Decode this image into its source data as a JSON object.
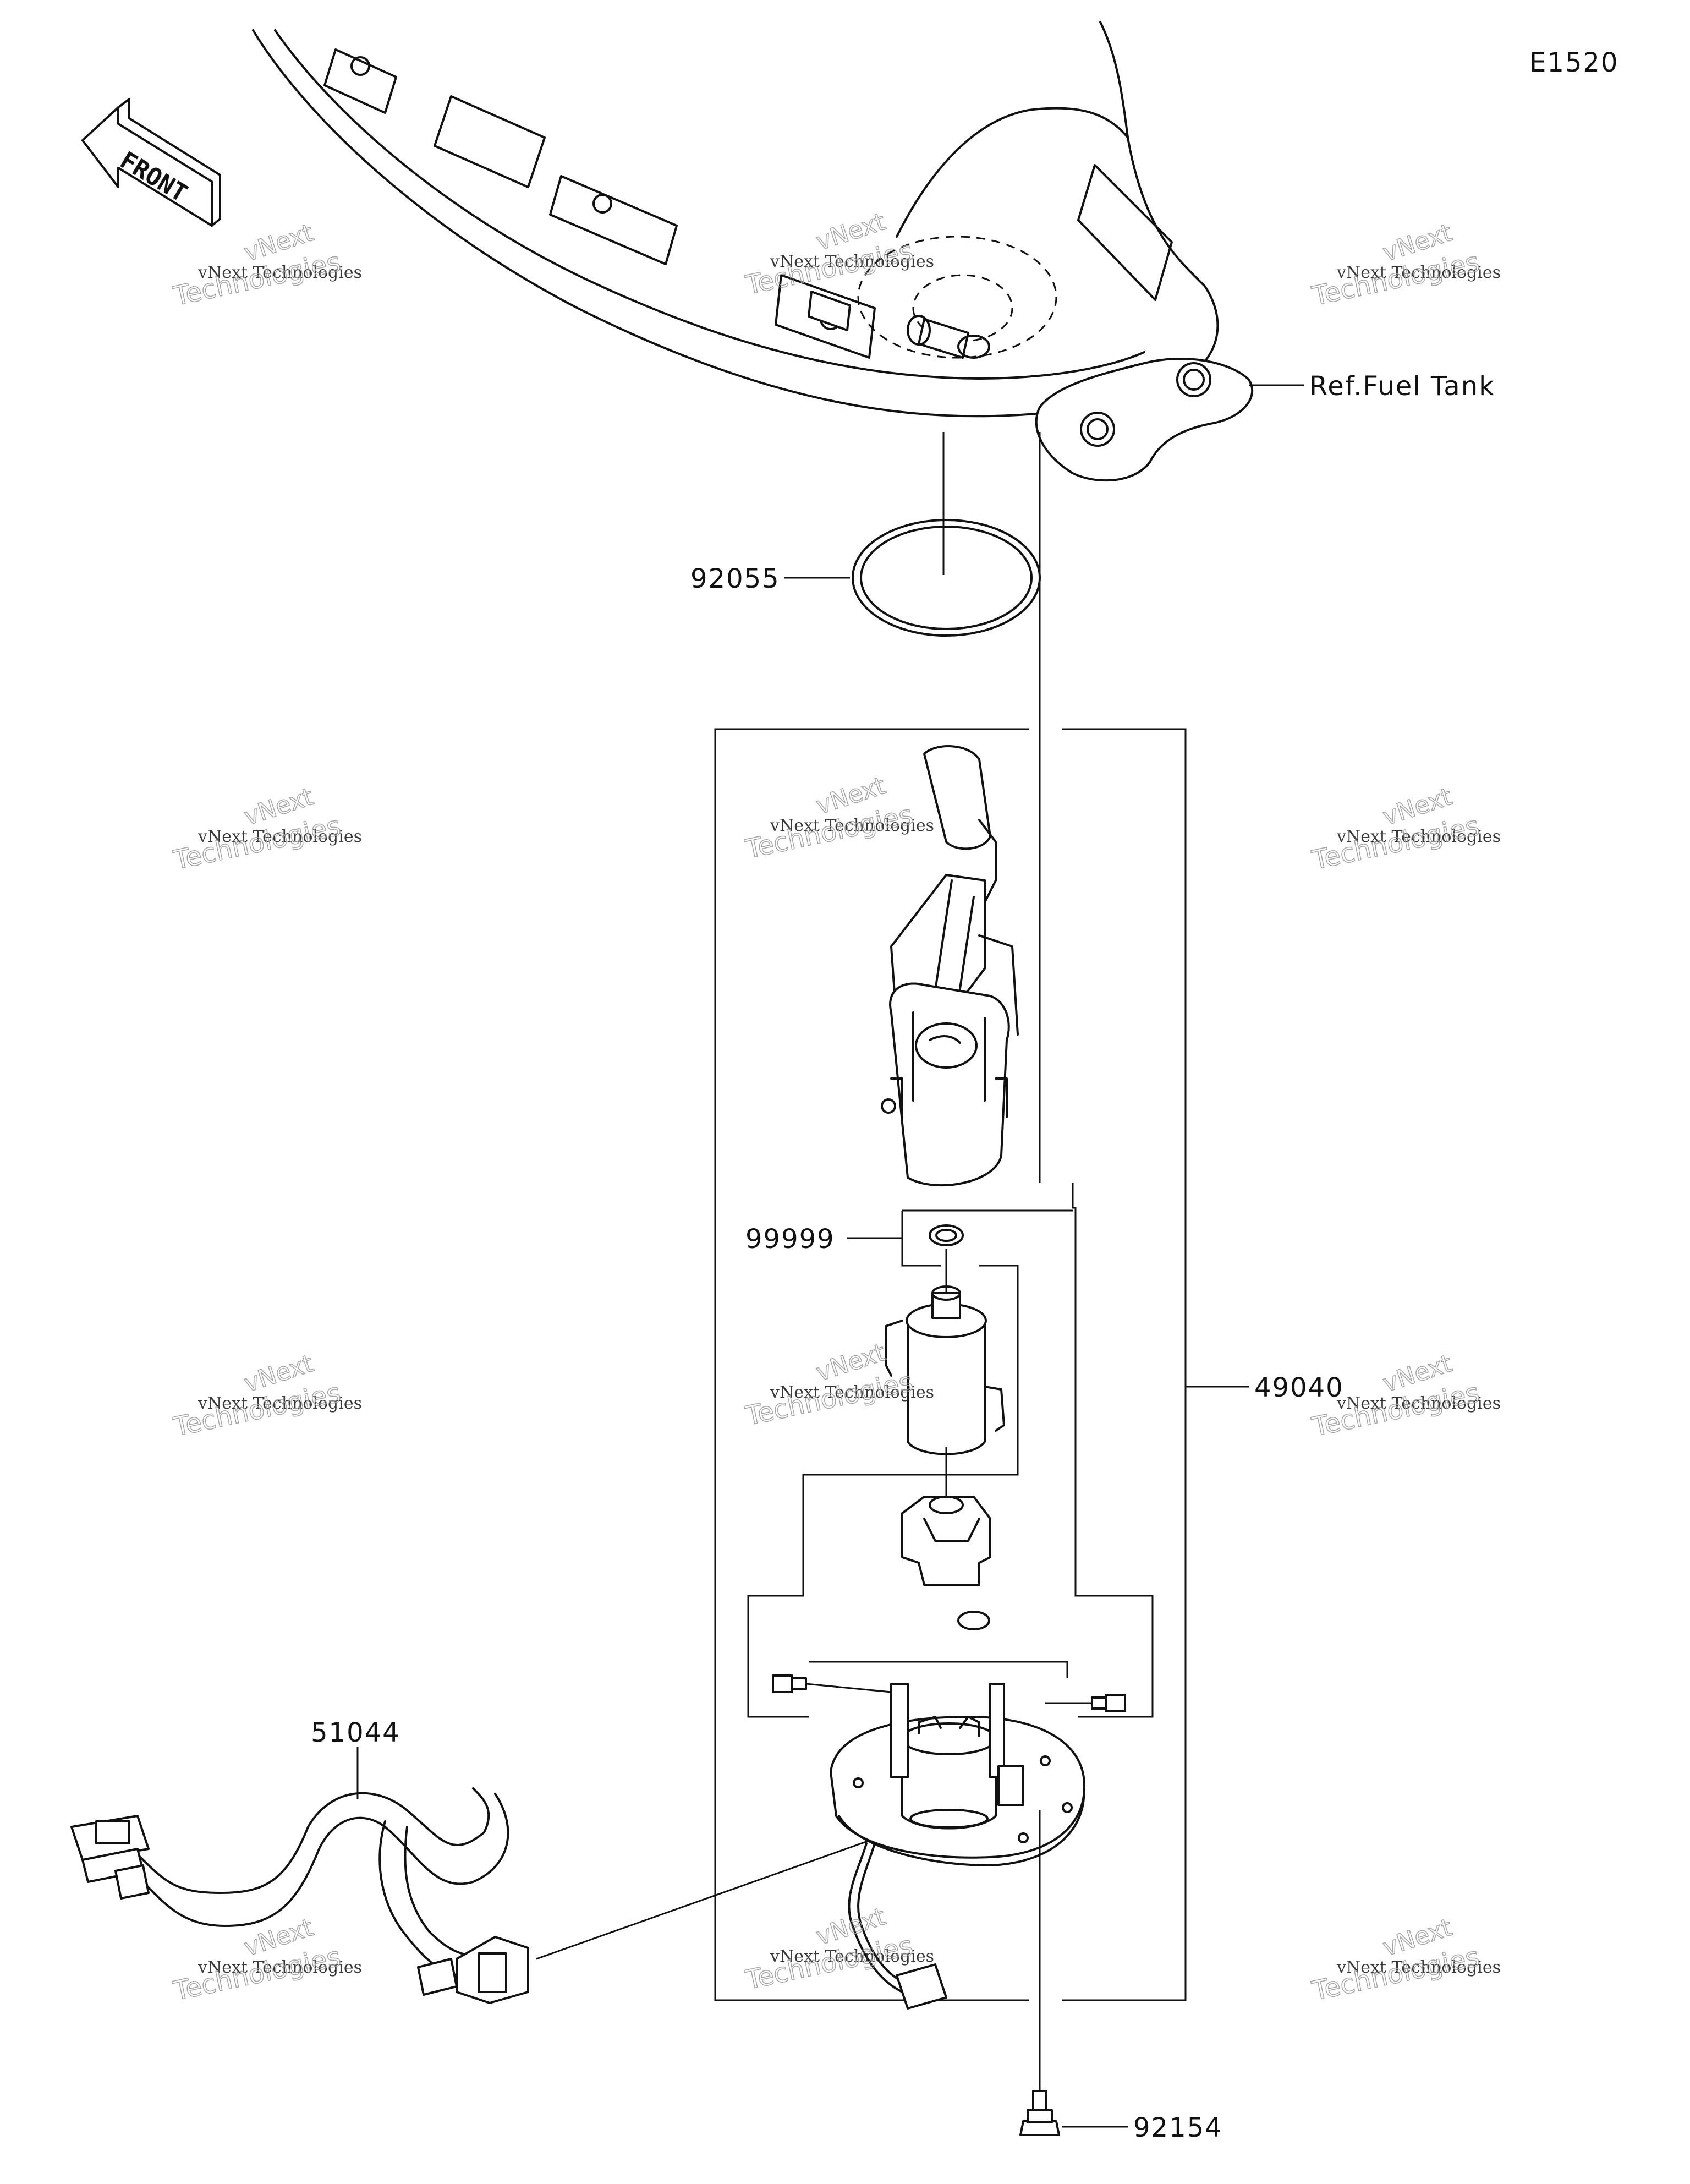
{
  "diagram": {
    "code": "E1520",
    "direction_label": "FRONT",
    "reference_label": "Ref.Fuel Tank",
    "parts": [
      {
        "number": "92055"
      },
      {
        "number": "99999"
      },
      {
        "number": "49040"
      },
      {
        "number": "51044"
      },
      {
        "number": "92154"
      }
    ]
  },
  "watermark": {
    "line1": "vNext Technologies",
    "line2": "Technologies",
    "line3": "vNext"
  }
}
